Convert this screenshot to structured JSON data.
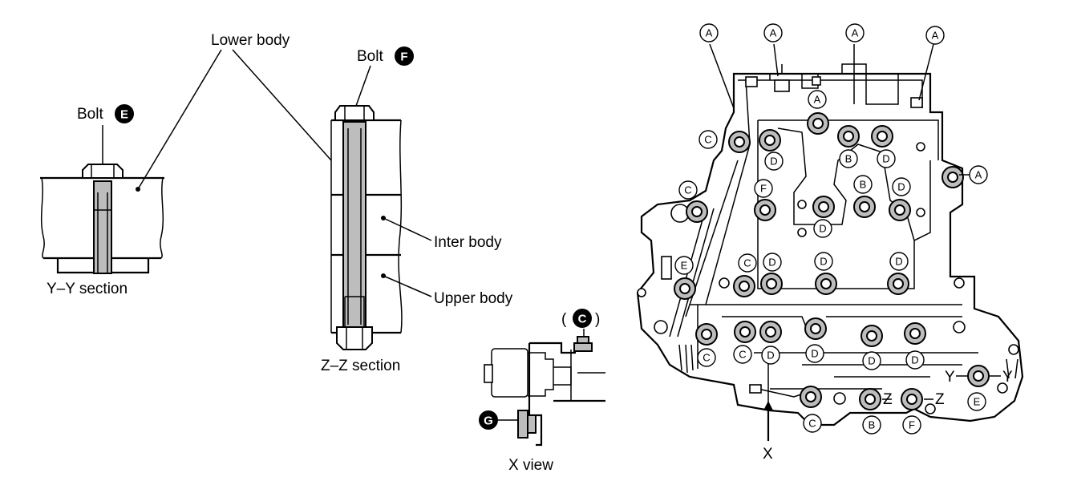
{
  "labels": {
    "lower_body": "Lower body",
    "bolt_e": "Bolt",
    "bolt_f": "Bolt",
    "yy_section": "Y–Y section",
    "zz_section": "Z–Z section",
    "inter_body": "Inter body",
    "upper_body": "Upper body",
    "x_view": "X view",
    "x_arrow": "X",
    "paren_c_open": "(",
    "paren_c_close": ")"
  },
  "bolt_tags": {
    "e": "E",
    "f": "F",
    "c_paren": "C",
    "g": "G"
  },
  "callouts": {
    "a": "A",
    "b": "B",
    "c": "C",
    "d": "D",
    "e": "E",
    "f": "F",
    "y": "Y",
    "z": "Z"
  }
}
